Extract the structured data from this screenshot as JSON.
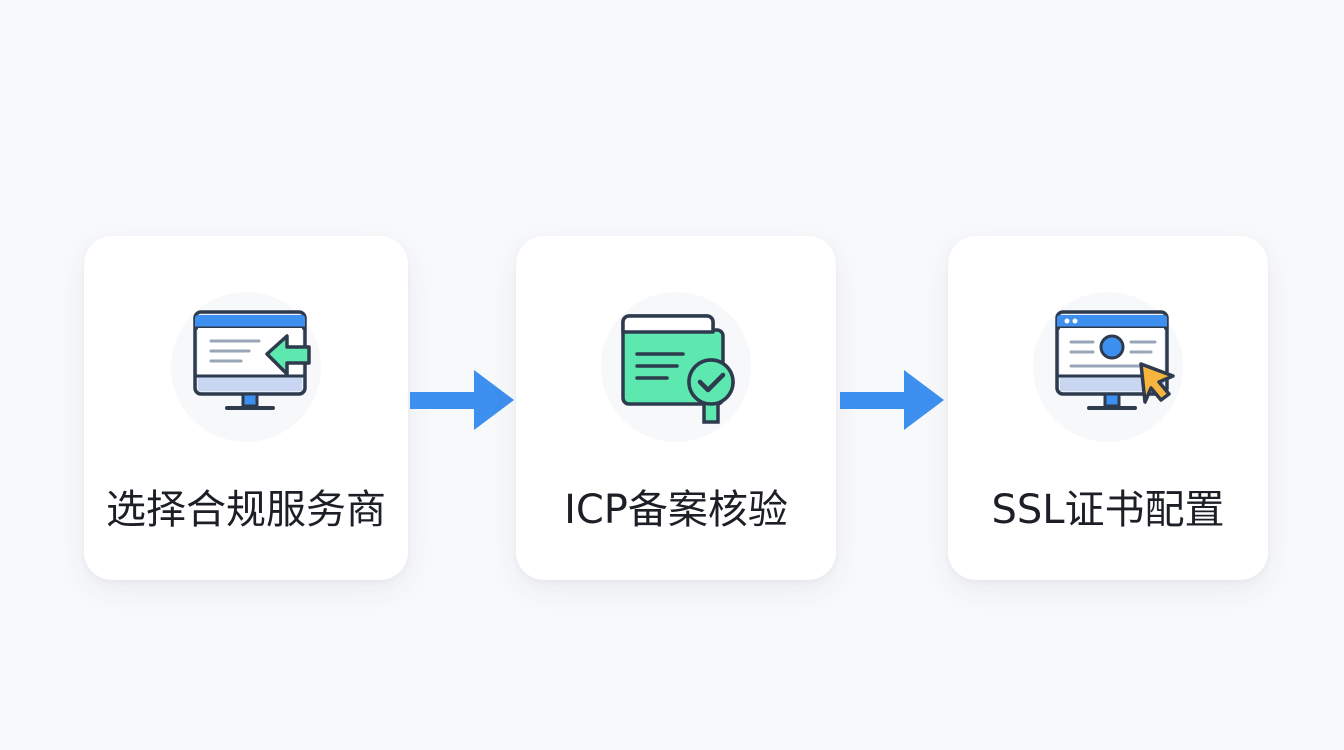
{
  "steps": [
    {
      "label": "选择合规服务商",
      "icon": "monitor-arrow-icon"
    },
    {
      "label": "ICP备案核验",
      "icon": "folder-check-icon"
    },
    {
      "label": "SSL证书配置",
      "icon": "monitor-cursor-icon"
    }
  ],
  "colors": {
    "accent_blue": "#3d8ff0",
    "accent_green": "#5de8b0",
    "outline": "#2e3a4d",
    "cursor_yellow": "#f8b53d"
  }
}
